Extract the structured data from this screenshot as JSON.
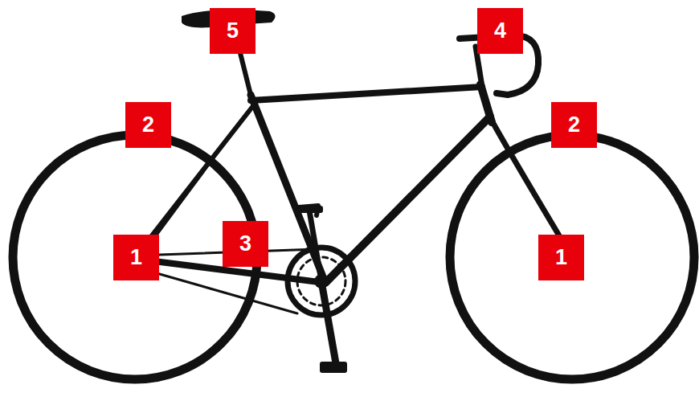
{
  "diagram": {
    "labels": [
      "5",
      "4",
      "2",
      "2",
      "1",
      "3",
      "1"
    ]
  }
}
